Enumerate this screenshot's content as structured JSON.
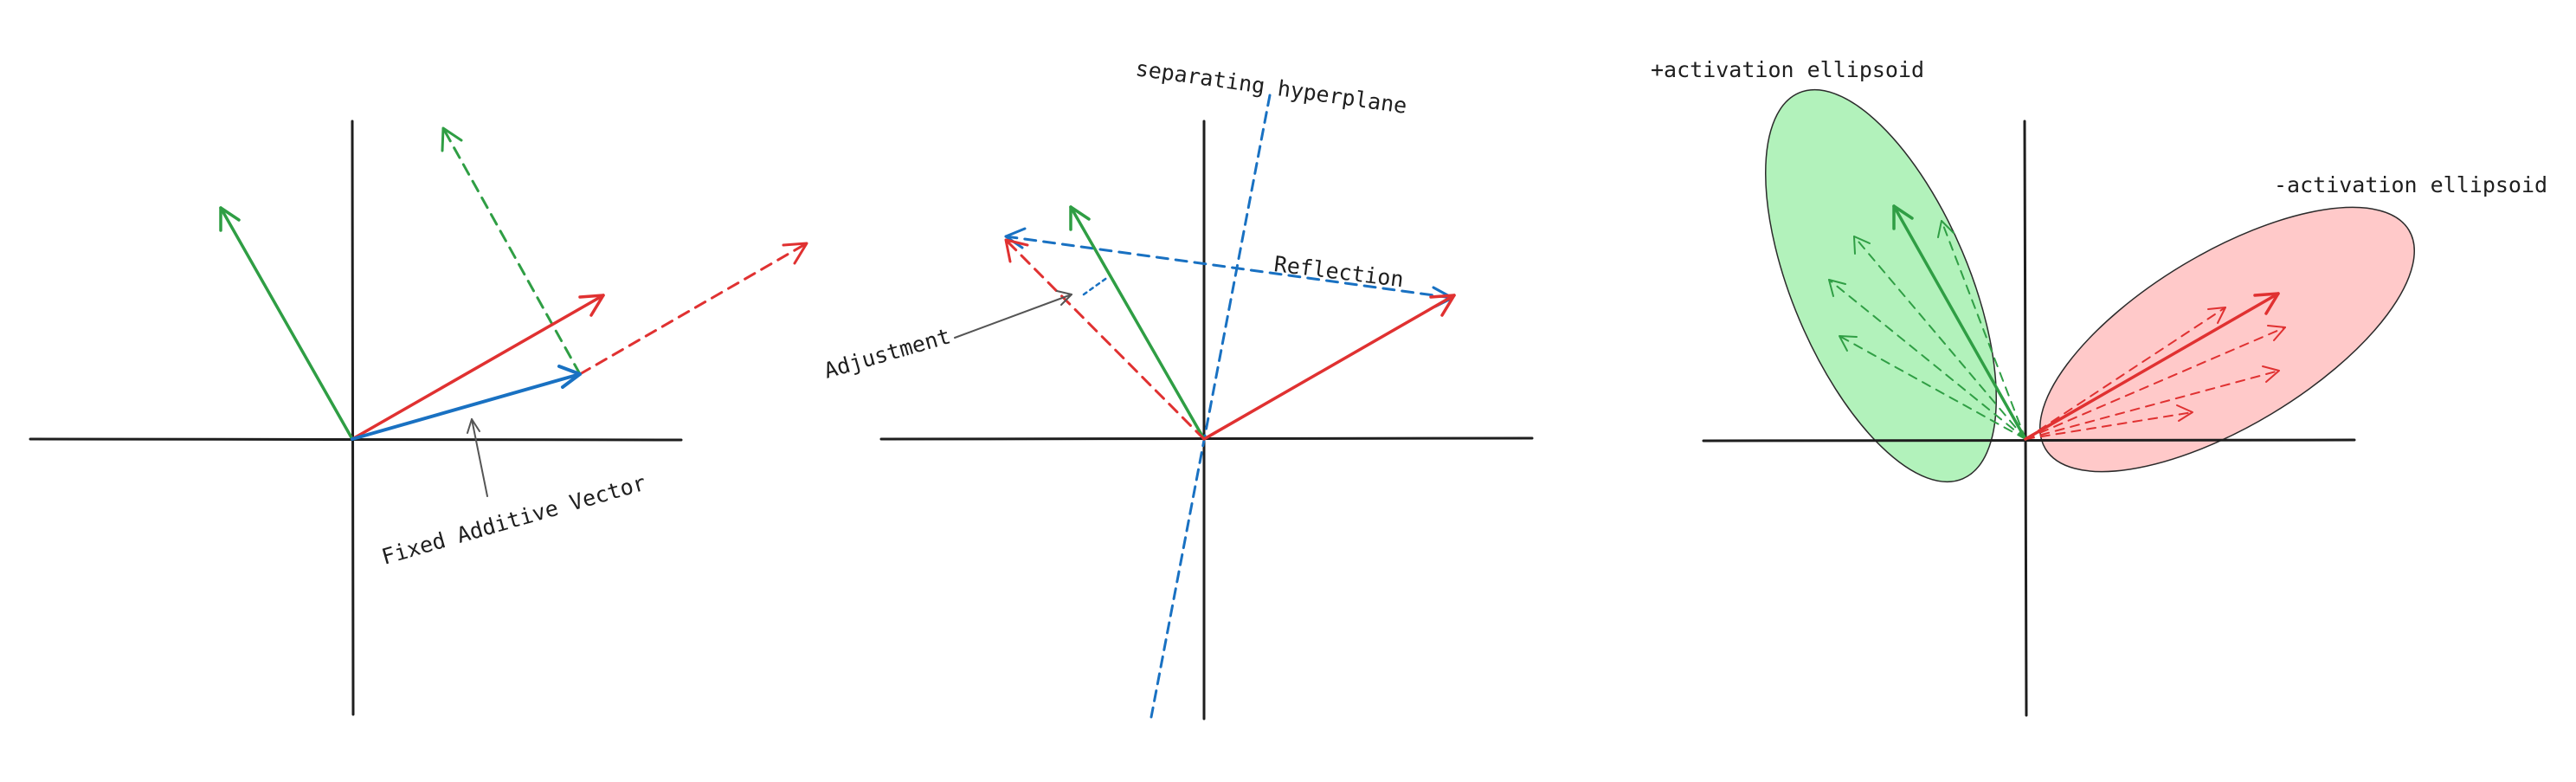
{
  "colors": {
    "axis": "#1e1e1e",
    "green": "#2f9e44",
    "red": "#e03131",
    "blue": "#1971c2",
    "annotation": "#555555",
    "green_fill": "#b2f2bb",
    "red_fill": "#ffc9c9"
  },
  "panels": {
    "additive": {
      "label_fixed_vector": "Fixed Additive Vector"
    },
    "reflection": {
      "label_hyperplane": "separating hyperplane",
      "label_reflection": "Reflection",
      "label_adjustment": "Adjustment"
    },
    "ellipsoids": {
      "label_positive": "+activation ellipsoid",
      "label_negative": "-activation ellipsoid"
    }
  }
}
